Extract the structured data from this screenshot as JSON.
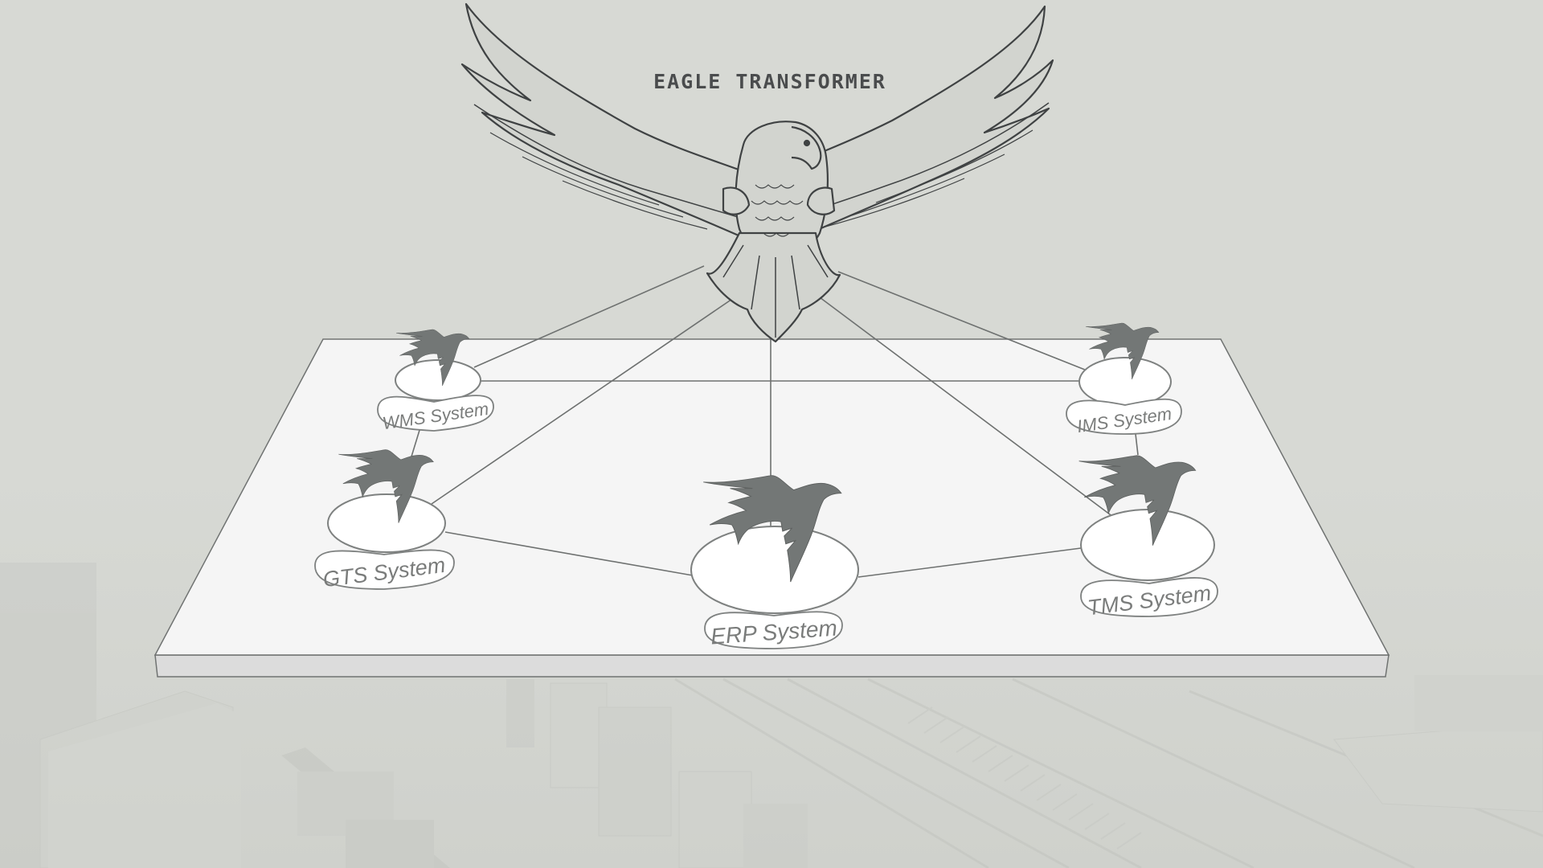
{
  "diagram": {
    "title": "EAGLE TRANSFORMER",
    "colors": {
      "background": "#d7d9d4",
      "platform_top": "#f5f5f5",
      "platform_side": "#dcdcdc",
      "edge_stroke": "#6e7170",
      "node_fill": "#ffffff",
      "node_stroke": "#7e8180",
      "bird_fill": "#737776",
      "label_text": "#7a7c7b",
      "title_text": "#4a4c4d",
      "eagle_stroke": "#3f4243"
    },
    "hub": {
      "name": "Eagle Transformer",
      "icon": "eagle-icon"
    },
    "nodes": [
      {
        "id": "wms",
        "label": "WMS System",
        "icon": "bird-icon"
      },
      {
        "id": "ims",
        "label": "IMS System",
        "icon": "bird-icon"
      },
      {
        "id": "gts",
        "label": "GTS System",
        "icon": "bird-icon"
      },
      {
        "id": "erp",
        "label": "ERP System",
        "icon": "bird-icon"
      },
      {
        "id": "tms",
        "label": "TMS System",
        "icon": "bird-icon"
      }
    ],
    "edges": [
      {
        "from": "hub",
        "to": "wms"
      },
      {
        "from": "hub",
        "to": "gts"
      },
      {
        "from": "hub",
        "to": "erp"
      },
      {
        "from": "hub",
        "to": "tms"
      },
      {
        "from": "hub",
        "to": "ims"
      },
      {
        "from": "wms",
        "to": "ims"
      },
      {
        "from": "wms",
        "to": "gts"
      },
      {
        "from": "gts",
        "to": "erp"
      },
      {
        "from": "erp",
        "to": "tms"
      },
      {
        "from": "ims",
        "to": "tms"
      }
    ],
    "background_scene": "warehouse-conveyor-photo"
  }
}
